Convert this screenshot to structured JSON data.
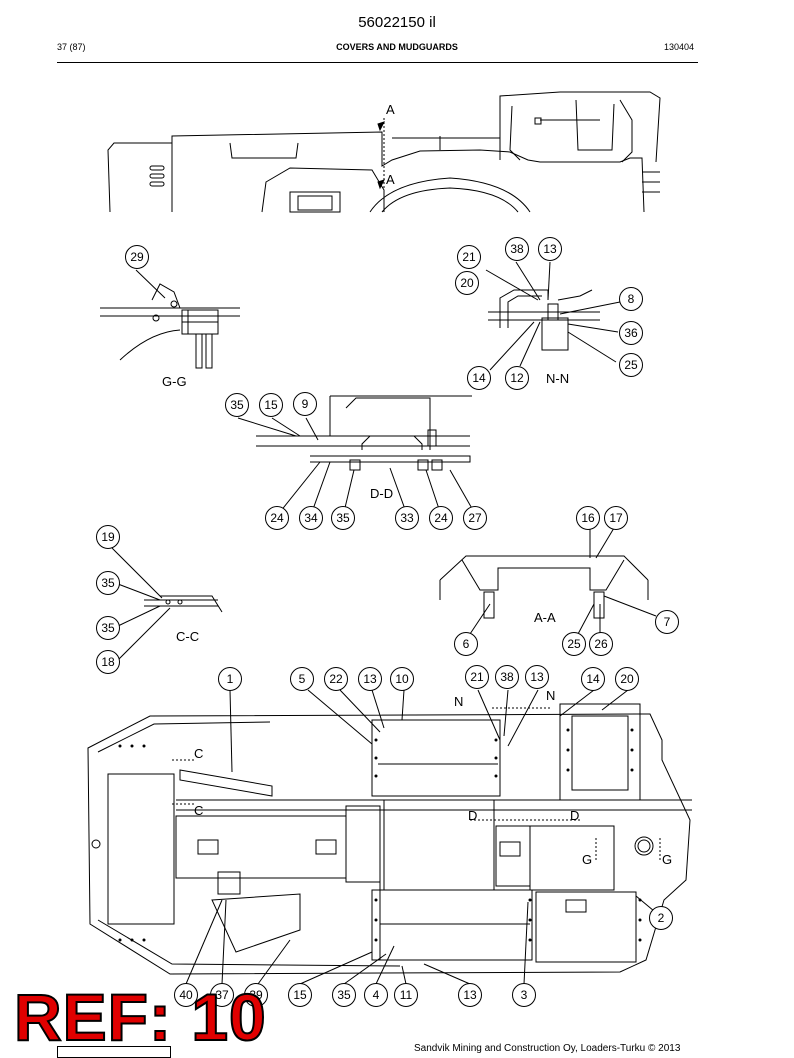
{
  "header": {
    "doc_number": "56022150 il",
    "page": "37 (87)",
    "section_title": "COVERS AND MUDGUARDS",
    "date_code": "130404"
  },
  "views": {
    "gg": "G-G",
    "nn": "N-N",
    "dd": "D-D",
    "cc": "C-C",
    "aa": "A-A"
  },
  "section_markers": {
    "a_top": "A",
    "a_bottom": "A",
    "c_top": "C",
    "c_bottom": "C",
    "n_left": "N",
    "n_right": "N",
    "d_left": "D",
    "d_right": "D",
    "g_left": "G",
    "g_right": "G"
  },
  "callouts": {
    "gg": [
      "29"
    ],
    "nn": [
      "21",
      "38",
      "13",
      "20",
      "8",
      "36",
      "25",
      "14",
      "12"
    ],
    "dd": [
      "35",
      "15",
      "9",
      "24",
      "34",
      "35",
      "33",
      "24",
      "27"
    ],
    "cc": [
      "19",
      "35",
      "35",
      "18"
    ],
    "aa": [
      "16",
      "17",
      "7",
      "25",
      "26",
      "6"
    ],
    "main_top": [
      "1",
      "5",
      "22",
      "13",
      "10",
      "21",
      "38",
      "13",
      "14",
      "20"
    ],
    "main_right": [
      "2"
    ],
    "main_bottom": [
      "40",
      "37",
      "39",
      "15",
      "35",
      "4",
      "11",
      "13",
      "3"
    ]
  },
  "stamp": "REF: 10",
  "footer": "Sandvik Mining and Construction Oy, Loaders-Turku © 2013"
}
